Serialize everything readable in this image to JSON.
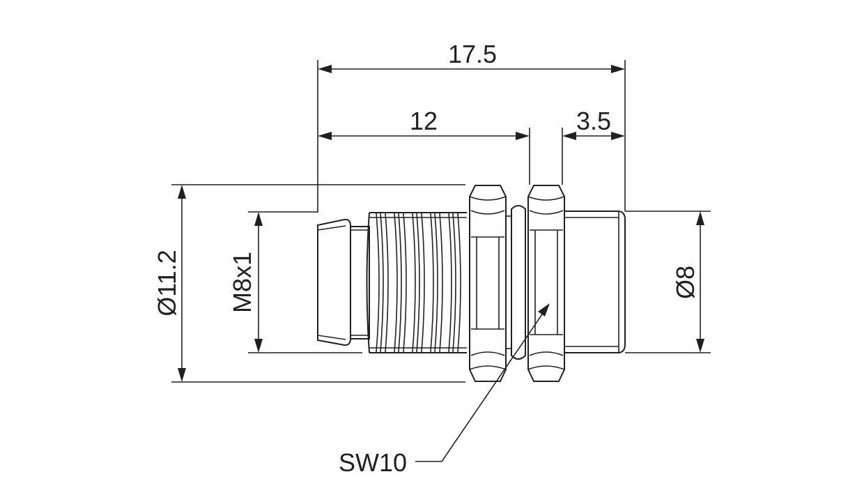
{
  "dimensions": {
    "overall_length": "17.5",
    "thread_length": "12",
    "flange_length": "3.5",
    "nut_diameter": "Ø11.2",
    "thread_spec": "M8x1",
    "front_diameter": "Ø8",
    "wrench_size": "SW10"
  },
  "colors": {
    "line": "#231f20",
    "background": "#ffffff"
  }
}
